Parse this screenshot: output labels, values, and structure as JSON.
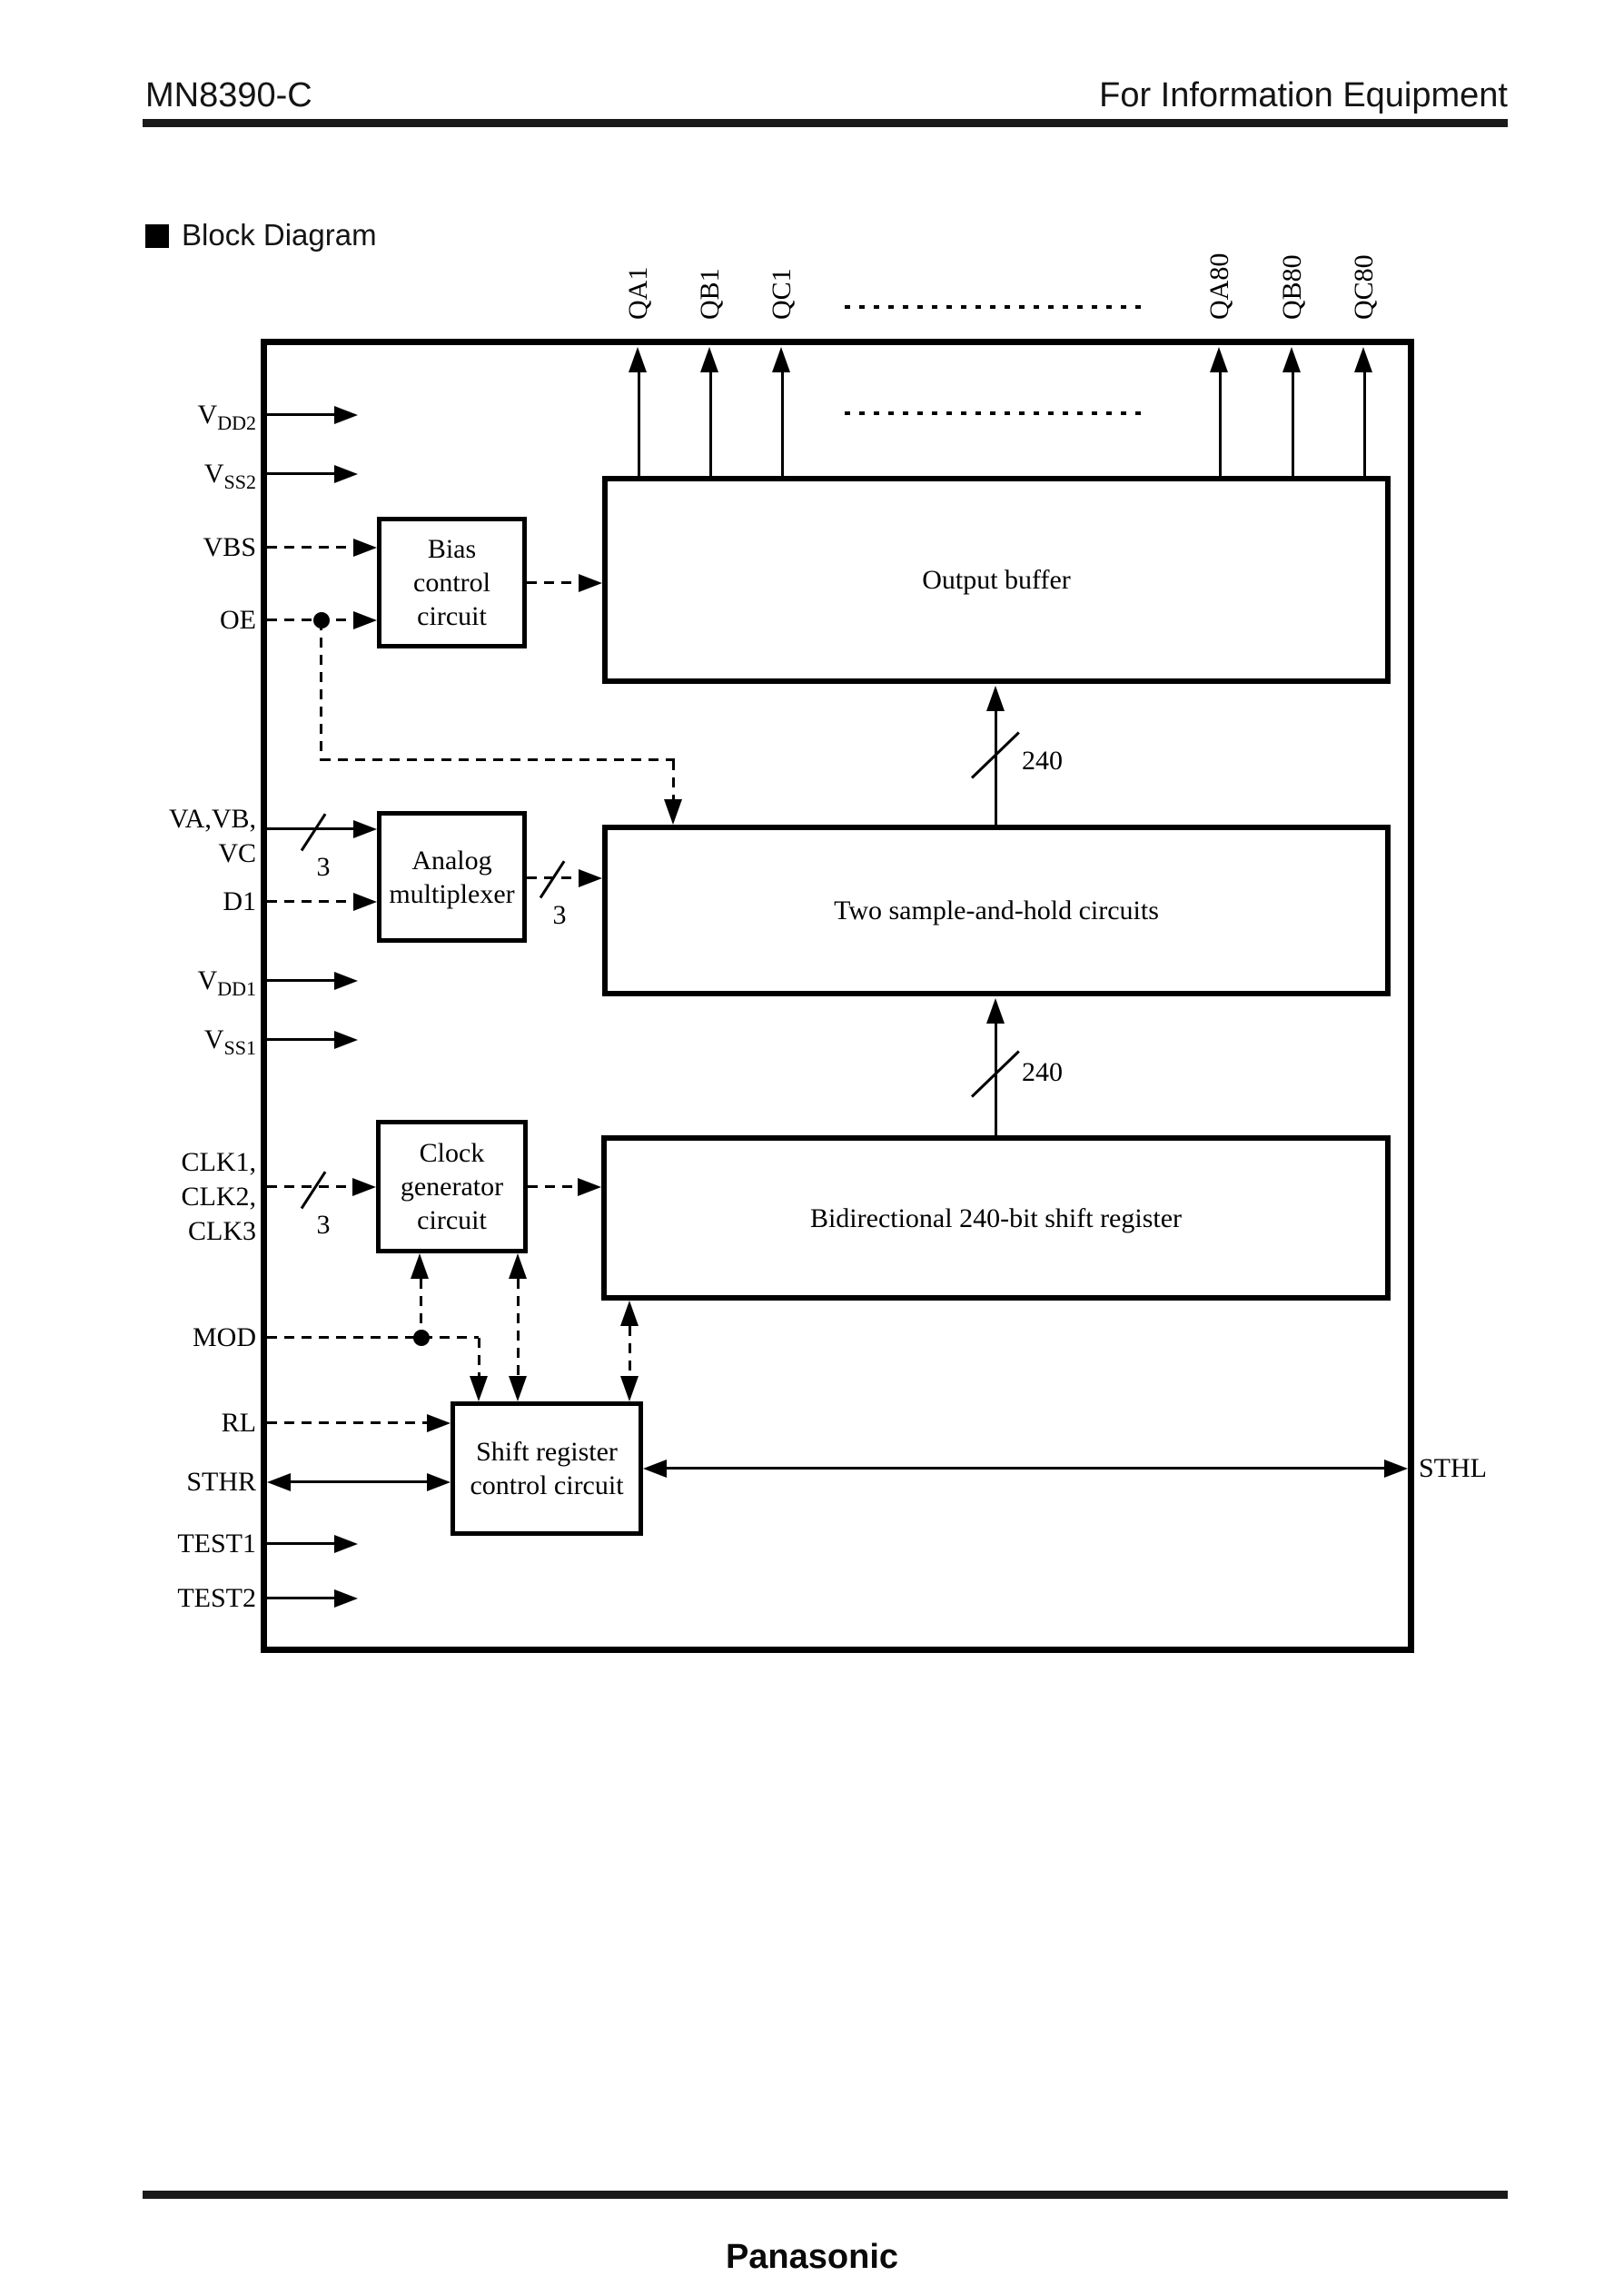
{
  "header": {
    "part_number": "MN8390-C",
    "category": "For Information Equipment"
  },
  "section": {
    "title": "Block Diagram"
  },
  "footer": {
    "brand": "Panasonic"
  },
  "diagram": {
    "outputs_top": [
      "QA1",
      "QB1",
      "QC1",
      "QA80",
      "QB80",
      "QC80"
    ],
    "blocks": {
      "bias_line1": "Bias",
      "bias_line2": "control circuit",
      "output_buffer": "Output buffer",
      "mux_line1": "Analog",
      "mux_line2": "multiplexer",
      "sample_hold": "Two sample-and-hold circuits",
      "clock_line1": "Clock",
      "clock_line2": "generator",
      "clock_line3": "circuit",
      "shift_register": "Bidirectional 240-bit shift register",
      "control_line1": "Shift register",
      "control_line2": "control circuit"
    },
    "pins": {
      "vdd2": {
        "base": "V",
        "sub": "DD2"
      },
      "vss2": {
        "base": "V",
        "sub": "SS2"
      },
      "vbs": "VBS",
      "oe": "OE",
      "va_line1": "VA,VB,",
      "va_line2": "VC",
      "d1": "D1",
      "vdd1": {
        "base": "V",
        "sub": "DD1"
      },
      "vss1": {
        "base": "V",
        "sub": "SS1"
      },
      "clk_line1": "CLK1,",
      "clk_line2": "CLK2,",
      "clk_line3": "CLK3",
      "mod": "MOD",
      "rl": "RL",
      "sthr": "STHR",
      "test1": "TEST1",
      "test2": "TEST2",
      "sthl": "STHL"
    },
    "bus_labels": {
      "bus240_top": "240",
      "bus240_bottom": "240",
      "bus3_va": "3",
      "bus3_mux": "3",
      "bus3_clk": "3"
    }
  }
}
